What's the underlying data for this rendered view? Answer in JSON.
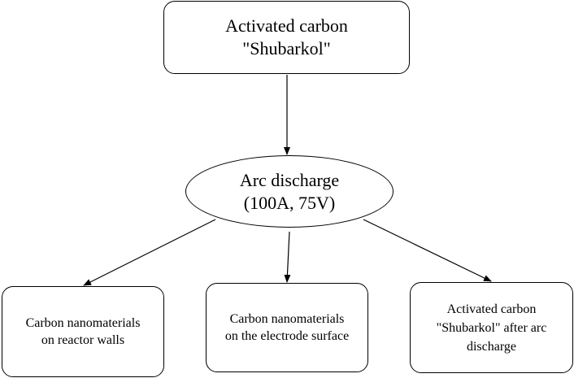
{
  "nodes": {
    "source": "Activated carbon\n\"Shubarkol\"",
    "process": "Arc discharge\n(100A, 75V)",
    "output_left": "Carbon nanomaterials\non reactor walls",
    "output_middle": "Carbon nanomaterials\non the electrode surface",
    "output_right": "Activated carbon\n\"Shubarkol\" after arc\ndischarge"
  }
}
